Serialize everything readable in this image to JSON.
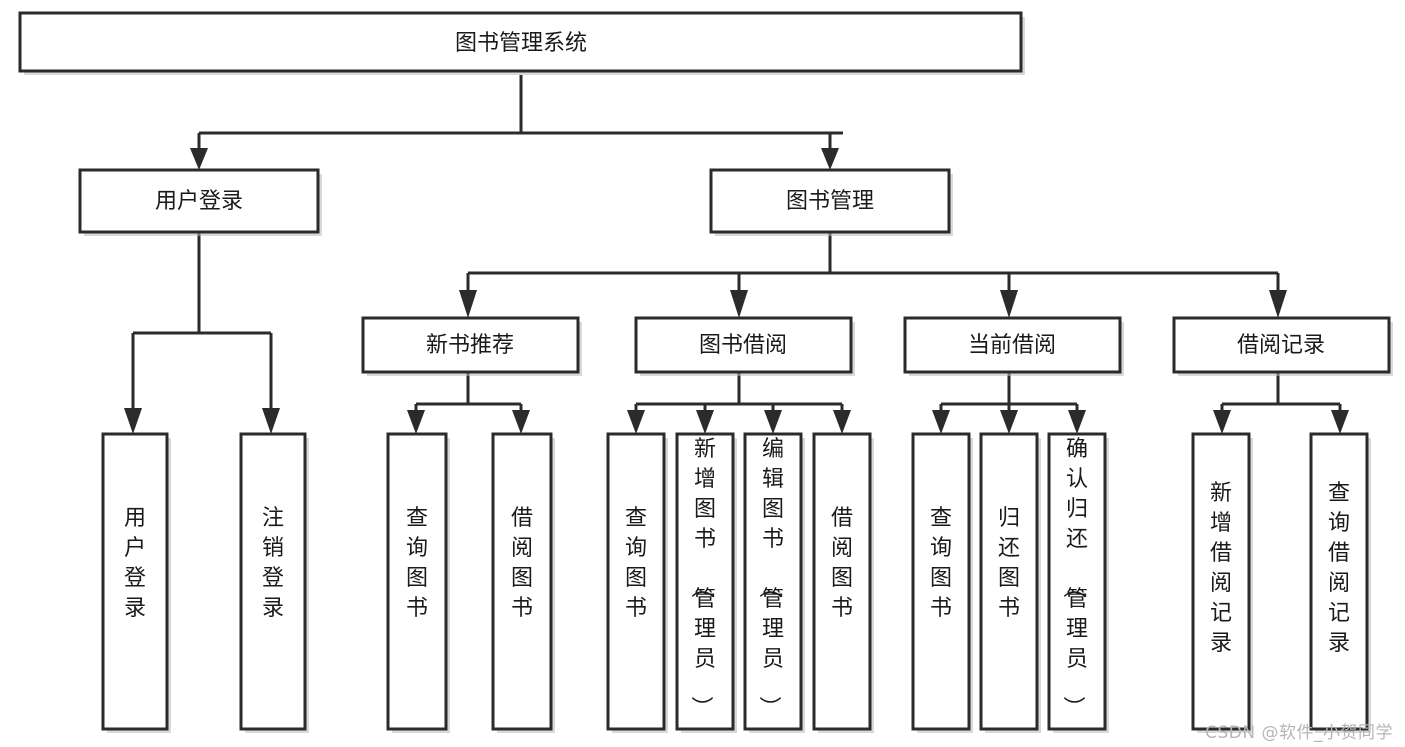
{
  "diagram": {
    "type": "tree-hierarchy-chart",
    "title": "图书管理系统",
    "watermark": "CSDN @软件_小贺同学",
    "colors": {
      "stroke": "#2b2b2b",
      "fill": "#ffffff",
      "text": "#1a1a1a",
      "shadow": "#b9b9b9",
      "watermark": "#b6b6b6",
      "background": "#ffffff"
    },
    "levels": {
      "root": "图书管理系统",
      "level2": [
        "用户登录",
        "图书管理"
      ],
      "level3": [
        "新书推荐",
        "图书借阅",
        "当前借阅",
        "借阅记录"
      ]
    },
    "nodes": {
      "root": {
        "label": "图书管理系统",
        "orientation": "horizontal"
      },
      "user_login": {
        "label": "用户登录",
        "orientation": "horizontal"
      },
      "book_manage": {
        "label": "图书管理",
        "orientation": "horizontal"
      },
      "new_book_rec": {
        "label": "新书推荐",
        "orientation": "horizontal"
      },
      "book_borrow": {
        "label": "图书借阅",
        "orientation": "horizontal"
      },
      "current_borrow": {
        "label": "当前借阅",
        "orientation": "horizontal"
      },
      "borrow_record": {
        "label": "借阅记录",
        "orientation": "horizontal"
      },
      "leaf_user_login": {
        "label": "用户登录",
        "orientation": "vertical"
      },
      "leaf_user_logout": {
        "label": "注销登录",
        "orientation": "vertical"
      },
      "leaf_query_book_1": {
        "label": "查询图书",
        "orientation": "vertical"
      },
      "leaf_borrow_book_1": {
        "label": "借阅图书",
        "orientation": "vertical"
      },
      "leaf_query_book_2": {
        "label": "查询图书",
        "orientation": "vertical"
      },
      "leaf_add_book": {
        "label": "新增图书（管理员）",
        "orientation": "vertical"
      },
      "leaf_edit_book": {
        "label": "编辑图书（管理员）",
        "orientation": "vertical"
      },
      "leaf_borrow_book_2": {
        "label": "借阅图书",
        "orientation": "vertical"
      },
      "leaf_query_book_3": {
        "label": "查询图书",
        "orientation": "vertical"
      },
      "leaf_return_book": {
        "label": "归还图书",
        "orientation": "vertical"
      },
      "leaf_confirm_return": {
        "label": "确认归还（管理员）",
        "orientation": "vertical"
      },
      "leaf_add_record": {
        "label": "新增借阅记录",
        "orientation": "vertical"
      },
      "leaf_query_record": {
        "label": "查询借阅记录",
        "orientation": "vertical"
      }
    },
    "edges": [
      {
        "from": "root",
        "to": "user_login"
      },
      {
        "from": "root",
        "to": "book_manage"
      },
      {
        "from": "user_login",
        "to": "leaf_user_login"
      },
      {
        "from": "user_login",
        "to": "leaf_user_logout"
      },
      {
        "from": "book_manage",
        "to": "new_book_rec"
      },
      {
        "from": "book_manage",
        "to": "book_borrow"
      },
      {
        "from": "book_manage",
        "to": "current_borrow"
      },
      {
        "from": "book_manage",
        "to": "borrow_record"
      },
      {
        "from": "new_book_rec",
        "to": "leaf_query_book_1"
      },
      {
        "from": "new_book_rec",
        "to": "leaf_borrow_book_1"
      },
      {
        "from": "book_borrow",
        "to": "leaf_query_book_2"
      },
      {
        "from": "book_borrow",
        "to": "leaf_add_book"
      },
      {
        "from": "book_borrow",
        "to": "leaf_edit_book"
      },
      {
        "from": "book_borrow",
        "to": "leaf_borrow_book_2"
      },
      {
        "from": "current_borrow",
        "to": "leaf_query_book_3"
      },
      {
        "from": "current_borrow",
        "to": "leaf_return_book"
      },
      {
        "from": "current_borrow",
        "to": "leaf_confirm_return"
      },
      {
        "from": "borrow_record",
        "to": "leaf_add_record"
      },
      {
        "from": "borrow_record",
        "to": "leaf_query_record"
      }
    ]
  }
}
